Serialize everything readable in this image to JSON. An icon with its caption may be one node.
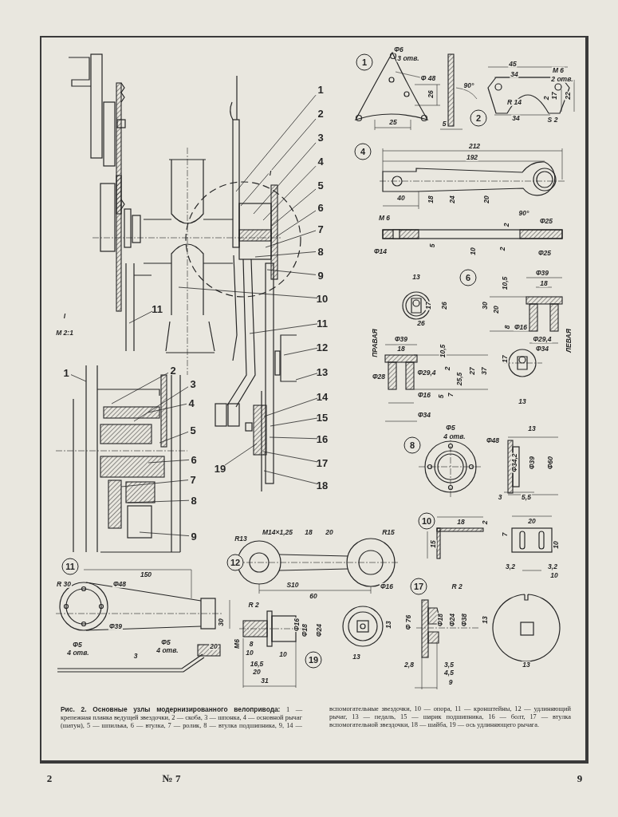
{
  "diagram": {
    "caption": "**Рис. 2. Основные узлы модернизированного велопривода:** 1 — крепежная планка ведущей звездочки, 2 — скоба, 3 — шпонка, 4 — основной рычаг (шатун), 5 — шпилька, 6 — втулка, 7 — ролик, 8 — втулка подшипника, 9, 14 — вспомогательные звездочки, 10 — опора, 11 — кронштейны, 12 — удлиняющий рычаг, 13 — педаль, 15 — шарик подшипника, 16 — болт, 17 — втулка вспомогательной звездочки, 18 — шайба, 19 — ось удлиняющего рычага.",
    "nodes": [
      {
        "text": [
          "1"
        ]
      },
      {
        "text": [
          "2"
        ]
      },
      {
        "text": [
          "3"
        ]
      },
      {
        "text": [
          "4"
        ]
      },
      {
        "text": [
          "5"
        ]
      },
      {
        "text": [
          "6"
        ]
      },
      {
        "text": [
          "7"
        ]
      },
      {
        "text": [
          "8"
        ]
      },
      {
        "text": [
          "9"
        ]
      },
      {
        "text": [
          "10"
        ]
      },
      {
        "text": [
          "11"
        ]
      },
      {
        "text": [
          "12"
        ]
      },
      {
        "text": [
          "13"
        ]
      },
      {
        "text": [
          "14"
        ]
      },
      {
        "text": [
          "15"
        ]
      },
      {
        "text": [
          "16"
        ]
      },
      {
        "text": [
          "17"
        ]
      },
      {
        "text": [
          "18"
        ]
      },
      {
        "text": [
          "19"
        ]
      },
      {
        "text": [
          "11"
        ]
      },
      {
        "text": [
          "1"
        ]
      },
      {
        "text": [
          "2"
        ]
      },
      {
        "text": [
          "3"
        ]
      },
      {
        "text": [
          "4"
        ]
      },
      {
        "text": [
          "5"
        ]
      },
      {
        "text": [
          "6"
        ]
      },
      {
        "text": [
          "7"
        ]
      },
      {
        "text": [
          "8"
        ]
      },
      {
        "text": [
          "9"
        ]
      },
      {
        "text": [
          "1"
        ]
      },
      {
        "text": [
          "2"
        ]
      },
      {
        "text": [
          "4"
        ]
      },
      {
        "text": [
          "6"
        ]
      },
      {
        "text": [
          "8"
        ]
      },
      {
        "text": [
          "10"
        ]
      },
      {
        "text": [
          "12"
        ]
      },
      {
        "text": [
          "11"
        ]
      },
      {
        "text": [
          "17"
        ]
      },
      {
        "text": [
          "19"
        ]
      }
    ],
    "edges": [
      {
        "from": 0,
        "to": null,
        "arrow": "none"
      },
      {
        "from": 1,
        "to": null,
        "arrow": "none"
      },
      {
        "from": 2,
        "to": null,
        "arrow": "none"
      },
      {
        "from": 3,
        "to": null,
        "arrow": "none"
      },
      {
        "from": 4,
        "to": null,
        "arrow": "none"
      },
      {
        "from": 5,
        "to": null,
        "arrow": "none"
      },
      {
        "from": 6,
        "to": null,
        "arrow": "none"
      },
      {
        "from": 7,
        "to": null,
        "arrow": "none"
      },
      {
        "from": 8,
        "to": null,
        "arrow": "none"
      },
      {
        "from": 9,
        "to": null,
        "arrow": "none"
      },
      {
        "from": 10,
        "to": null,
        "arrow": "none"
      },
      {
        "from": 11,
        "to": null,
        "arrow": "none"
      },
      {
        "from": 12,
        "to": null,
        "arrow": "none"
      },
      {
        "from": 13,
        "to": null,
        "arrow": "none"
      },
      {
        "from": 14,
        "to": null,
        "arrow": "none"
      },
      {
        "from": 15,
        "to": null,
        "arrow": "none"
      },
      {
        "from": 16,
        "to": null,
        "arrow": "none"
      },
      {
        "from": 17,
        "to": null,
        "arrow": "none"
      },
      {
        "from": 18,
        "to": null,
        "arrow": "none"
      },
      {
        "from": 19,
        "to": null,
        "arrow": "none"
      },
      {
        "from": 20,
        "to": null,
        "arrow": "none"
      },
      {
        "from": 21,
        "to": null,
        "arrow": "none"
      },
      {
        "from": 22,
        "to": null,
        "arrow": "none"
      },
      {
        "from": 23,
        "to": null,
        "arrow": "none"
      },
      {
        "from": 24,
        "to": null,
        "arrow": "none"
      },
      {
        "from": 25,
        "to": null,
        "arrow": "none"
      },
      {
        "from": 26,
        "to": null,
        "arrow": "none"
      },
      {
        "from": 27,
        "to": null,
        "arrow": "none"
      },
      {
        "from": 28,
        "to": null,
        "arrow": "none"
      }
    ],
    "labels": [
      "I",
      "I",
      "М 2:1",
      "Ф6",
      "3 отв.",
      "Ф 48",
      "90°",
      "26",
      "25",
      "5",
      "45",
      "34",
      "М 6",
      "2 отв.",
      "R 14",
      "2",
      "17",
      "22",
      "34",
      "S 2",
      "212",
      "192",
      "40",
      "18",
      "24",
      "20",
      "М 6",
      "90°",
      "Ф25",
      "2",
      "5",
      "10",
      "2",
      "Ф14",
      "Ф25",
      "13",
      "Ф39",
      "18",
      "10,5",
      "17",
      "26",
      "30",
      "20",
      "26",
      "8",
      "Ф16",
      "ПРАВАЯ",
      "Ф39",
      "Ф29,4",
      "ЛЕВАЯ",
      "18",
      "10,5",
      "Ф34",
      "17",
      "Ф28",
      "Ф29,4",
      "2",
      "25,5",
      "27",
      "37",
      "Ф16",
      "5",
      "7",
      "13",
      "Ф34",
      "Ф5",
      "13",
      "4 отв.",
      "Ф48",
      "Ф34,2",
      "Ф39",
      "Ф60",
      "3",
      "5,5",
      "18",
      "2",
      "20",
      "R13",
      "М14×1,25",
      "18",
      "20",
      "R15",
      "7",
      "15",
      "10",
      "3,2",
      "3,2",
      "150",
      "10",
      "R 30",
      "Ф48",
      "S10",
      "Ф16",
      "R 2",
      "60",
      "R 2",
      "30",
      "Ф39",
      "Ф16",
      "Ф18",
      "Ф24",
      "13",
      "Ф 76",
      "Ф18",
      "Ф24",
      "Ф38",
      "13",
      "Ф5",
      "Ф5",
      "20",
      "М6",
      "8",
      "4 отв.",
      "3",
      "4 отв.",
      "10",
      "10",
      "13",
      "16,5",
      "2,8",
      "3,5",
      "13",
      "20",
      "4,5",
      "31",
      "9",
      "2",
      "№ 7",
      "9"
    ]
  }
}
